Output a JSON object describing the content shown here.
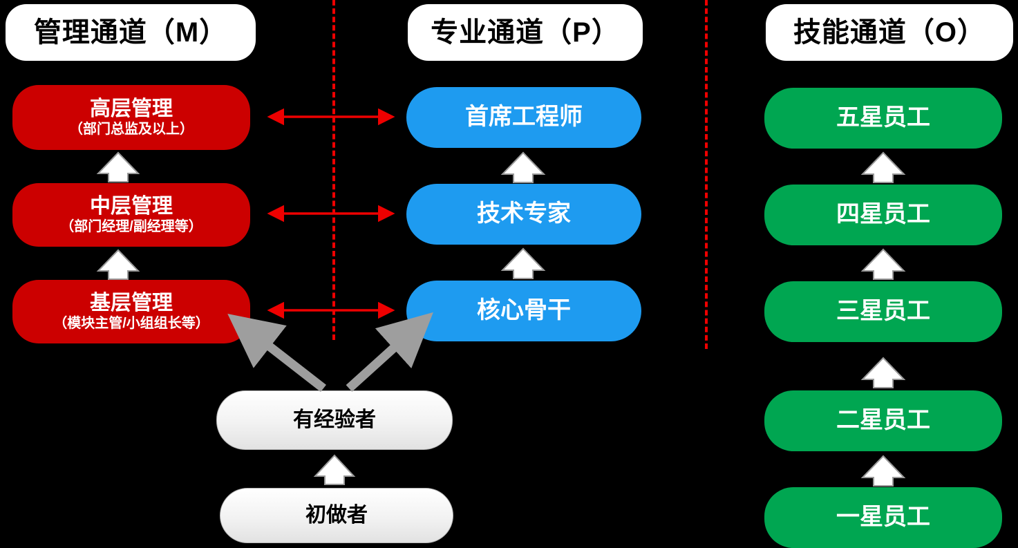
{
  "background": "#000000",
  "columns": [
    {
      "id": "management",
      "header": "管理通道（M）",
      "color": "#cc0000",
      "levels": [
        {
          "main": "高层管理",
          "sub": "（部门总监及以上）"
        },
        {
          "main": "中层管理",
          "sub": "（部门经理/副经理等）"
        },
        {
          "main": "基层管理",
          "sub": "（模块主管/小组组长等）"
        }
      ]
    },
    {
      "id": "professional",
      "header": "专业通道（P）",
      "color": "#1e9bf0",
      "levels": [
        {
          "main": "首席工程师",
          "sub": ""
        },
        {
          "main": "技术专家",
          "sub": ""
        },
        {
          "main": "核心骨干",
          "sub": ""
        }
      ]
    },
    {
      "id": "skill",
      "header": "技能通道（O）",
      "color": "#00a651",
      "levels": [
        {
          "main": "五星员工",
          "sub": ""
        },
        {
          "main": "四星员工",
          "sub": ""
        },
        {
          "main": "三星员工",
          "sub": ""
        },
        {
          "main": "二星员工",
          "sub": ""
        },
        {
          "main": "一星员工",
          "sub": ""
        }
      ]
    }
  ],
  "entry_nodes": [
    {
      "id": "experienced",
      "label": "有经验者"
    },
    {
      "id": "beginner",
      "label": "初做者"
    }
  ],
  "connectors": {
    "promotion_arrow_color": "#ffffff",
    "promotion_arrow_outline": "#9a9a9a",
    "lateral_arrow_color": "#ee0000",
    "entry_arrow_color": "#9e9e9e",
    "divider_color": "#ee0000"
  }
}
